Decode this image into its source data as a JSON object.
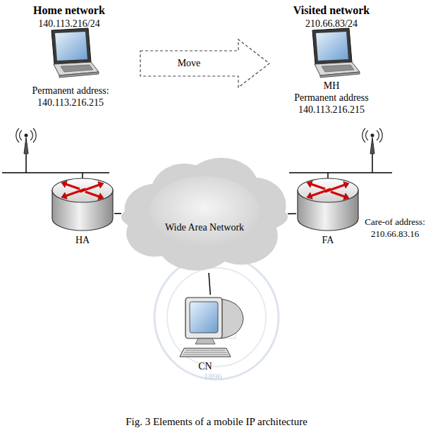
{
  "diagram": {
    "caption": "Fig. 3 Elements of a mobile IP architecture",
    "nodes": [
      {
        "text": [
          "Permanent address: 140.113.216.215"
        ]
      },
      {
        "text": [
          "Move"
        ]
      },
      {
        "text": [
          "MH",
          "Permanent address 140.113.216.215"
        ]
      },
      {
        "text": [
          "HA"
        ]
      },
      {
        "text": [
          "Wide Area Network"
        ]
      },
      {
        "text": [
          "FA",
          "Care-of address: 210.66.83.16"
        ]
      },
      {
        "text": [
          "CN"
        ]
      }
    ],
    "edges": [
      {
        "from": 3,
        "to": 4,
        "arrow": "none"
      },
      {
        "from": 4,
        "to": 5,
        "arrow": "none"
      },
      {
        "from": 4,
        "to": 6,
        "arrow": "none"
      }
    ],
    "labels": [
      "Home network",
      "140.113.216/24",
      "Visited network",
      "210.66.83/24",
      "1896"
    ]
  }
}
